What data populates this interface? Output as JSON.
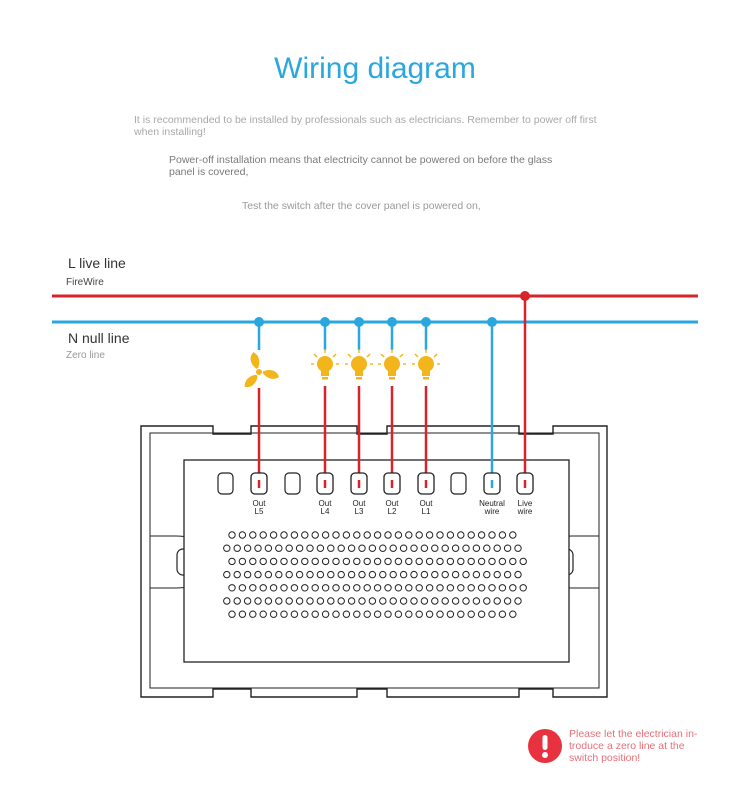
{
  "title": "Wiring diagram",
  "notes": {
    "note1": "It is recommended to be installed by professionals such as electricians. Remember to power off first when installing!",
    "note2": "Power-off installation means that electricity cannot be powered on before the glass panel is covered,",
    "note3": "Test the switch after the cover panel is powered on,"
  },
  "lines": {
    "live": {
      "label": "L live line",
      "sublabel": "FireWire",
      "color": "#d9232a"
    },
    "neutral": {
      "label": "N null line",
      "sublabel": "Zero line",
      "color": "#2aa7df"
    }
  },
  "terminals": [
    {
      "id": "out-l5",
      "line1": "Out",
      "line2": "L5"
    },
    {
      "id": "out-l4",
      "line1": "Out",
      "line2": "L4"
    },
    {
      "id": "out-l3",
      "line1": "Out",
      "line2": "L3"
    },
    {
      "id": "out-l2",
      "line1": "Out",
      "line2": "L2"
    },
    {
      "id": "out-l1",
      "line1": "Out",
      "line2": "L1"
    },
    {
      "id": "neutral-wire",
      "line1": "Neutral",
      "line2": "wire"
    },
    {
      "id": "live-wire",
      "line1": "Live",
      "line2": "wire"
    }
  ],
  "loads": [
    {
      "type": "fan-icon",
      "terminal": "out-l5"
    },
    {
      "type": "bulb-icon",
      "terminal": "out-l4"
    },
    {
      "type": "bulb-icon",
      "terminal": "out-l3"
    },
    {
      "type": "bulb-icon",
      "terminal": "out-l2"
    },
    {
      "type": "bulb-icon",
      "terminal": "out-l1"
    }
  ],
  "warning": {
    "text": "Please let the electrician in-troduce a zero line at the switch position!",
    "icon": "warning-icon",
    "color": "#e8323f"
  },
  "colors": {
    "live": "#d9232a",
    "neutral": "#2aa7df",
    "load": "#f2b51c"
  }
}
